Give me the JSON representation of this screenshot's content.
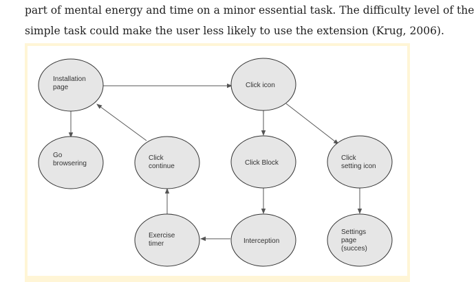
{
  "paragraph": {
    "line1": "part of mental energy and time on a minor essential task. The difficulty level of the",
    "line2": "simple task could make the user less likely to use the extension (Krug, 2006)."
  },
  "diagram": {
    "nodes": {
      "installation": [
        "Installation",
        "page"
      ],
      "click_icon": [
        "Click icon"
      ],
      "go_browsering": [
        "Go",
        "browsering"
      ],
      "click_continue": [
        "Click",
        "continue"
      ],
      "click_block": [
        "Click Block"
      ],
      "click_setting": [
        "Click",
        "setting icon"
      ],
      "exercise_timer": [
        "Exercise",
        "timer"
      ],
      "interception": [
        "Interception"
      ],
      "settings_page": [
        "Settings",
        "page",
        "(succes)"
      ]
    }
  }
}
